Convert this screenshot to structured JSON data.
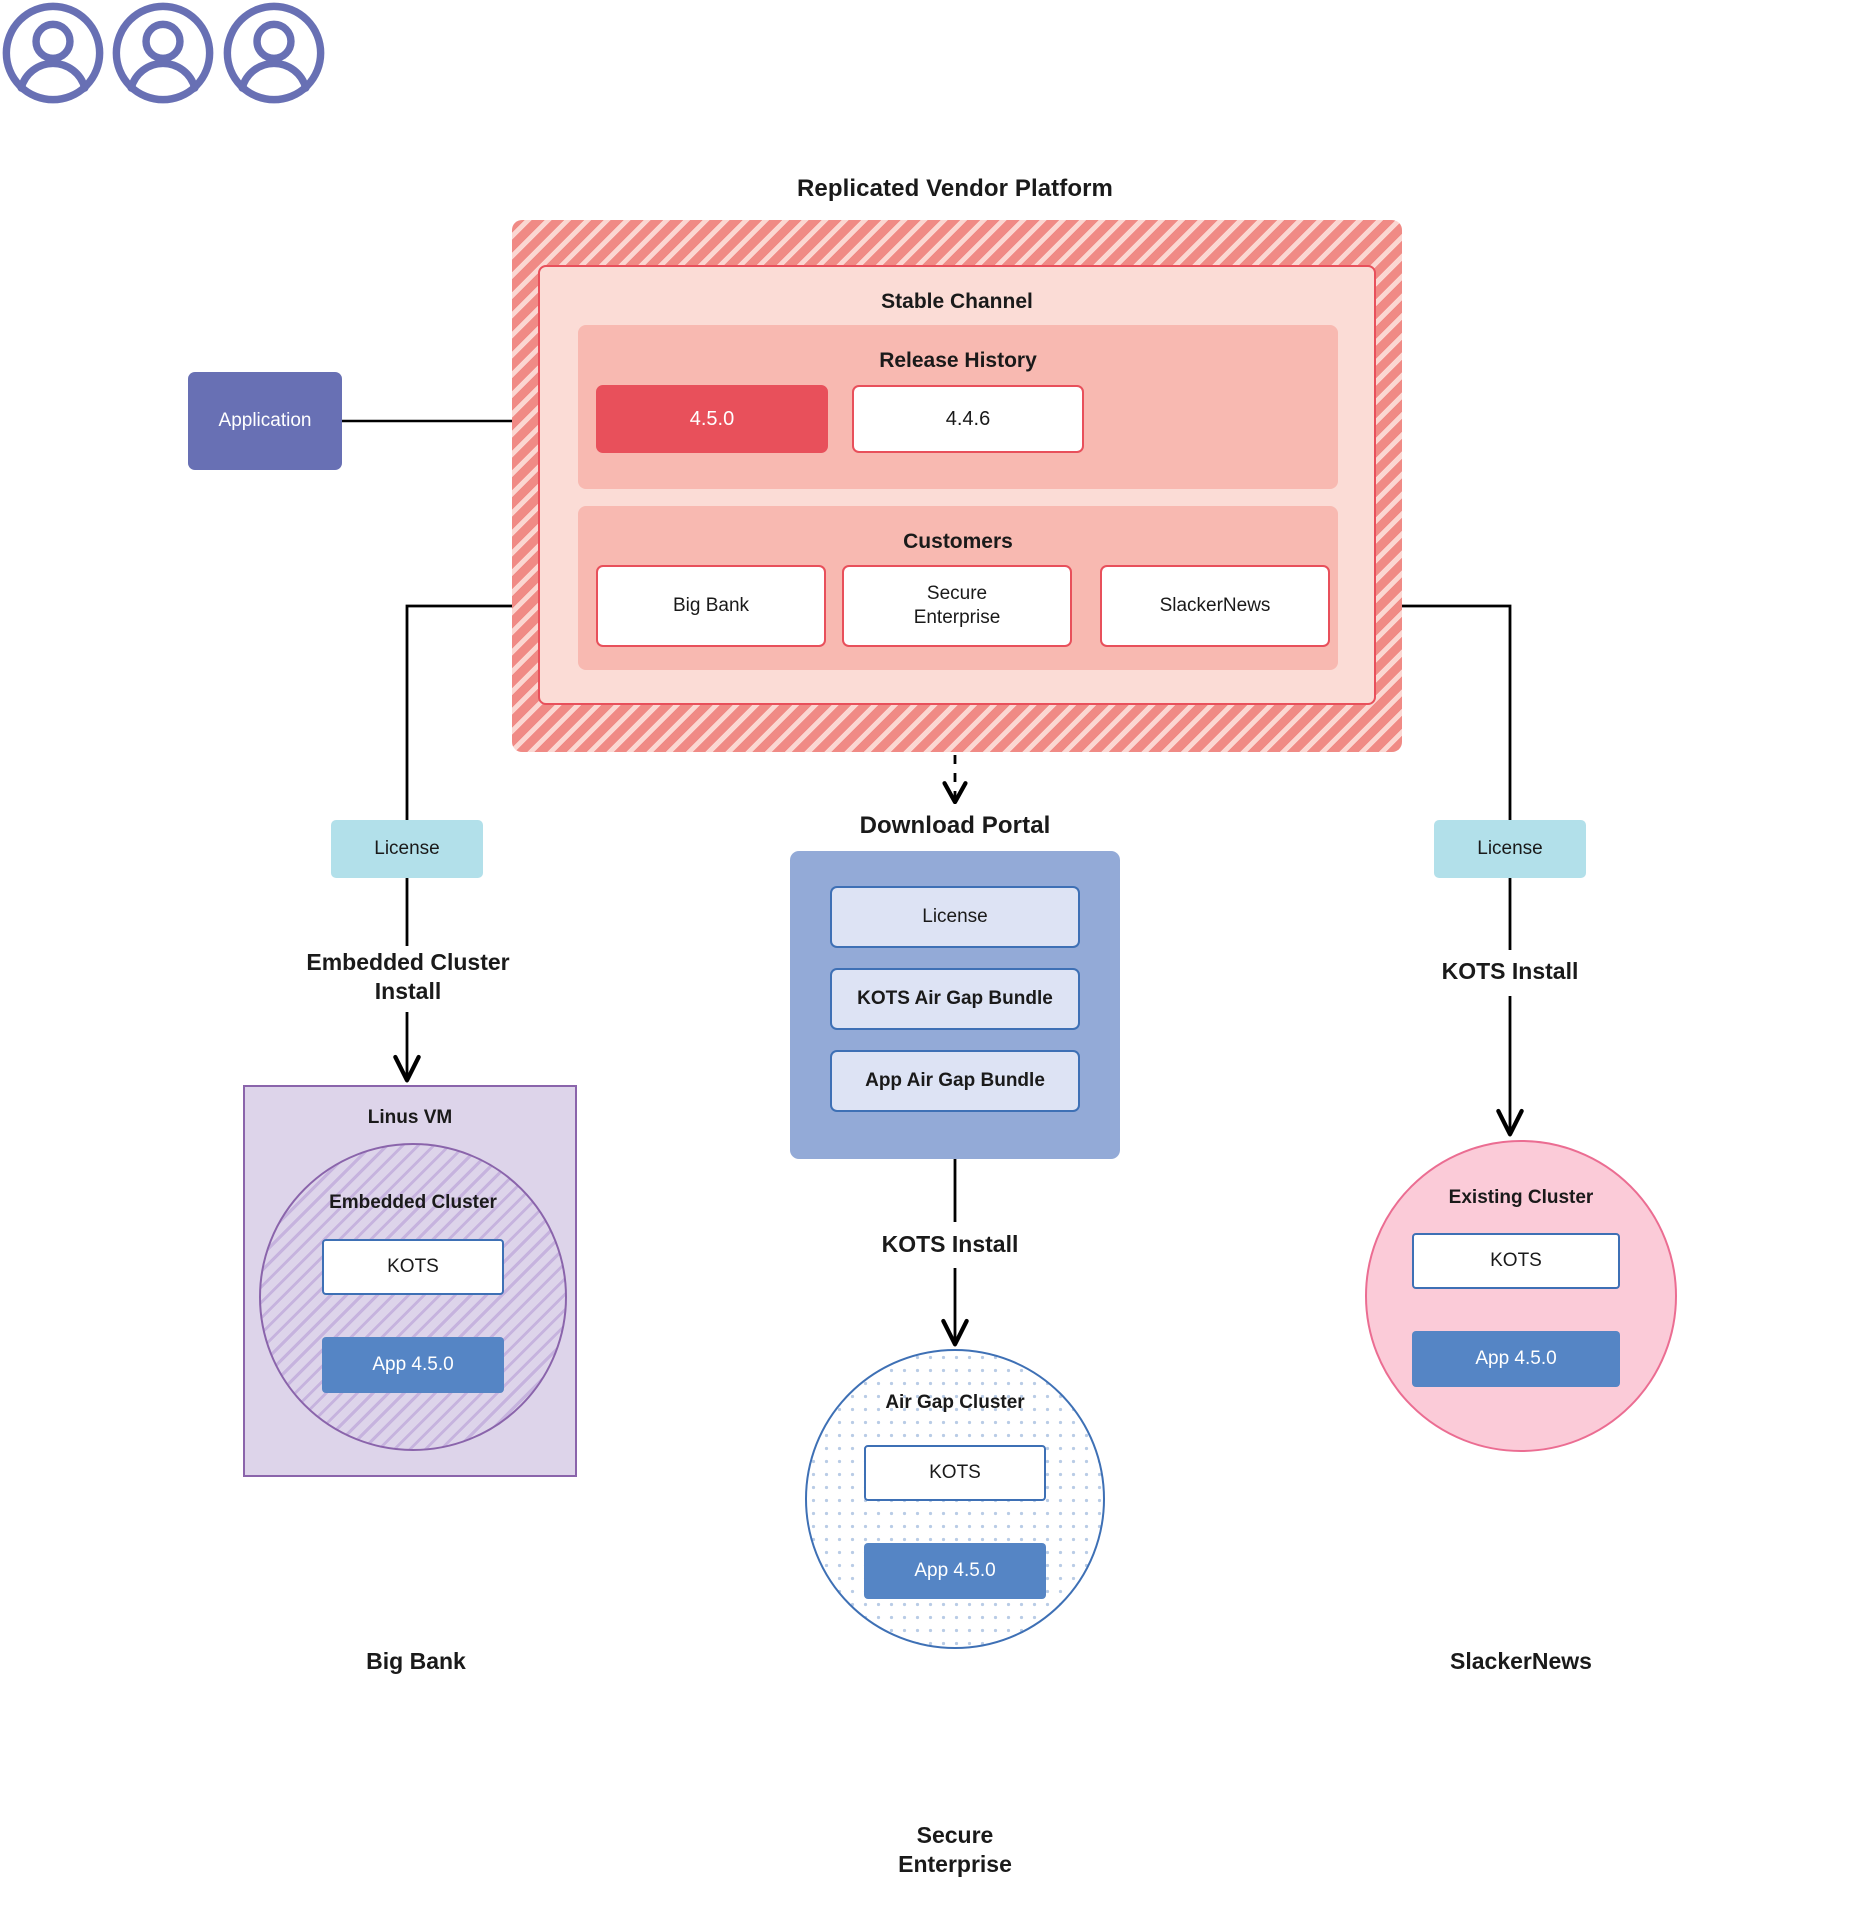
{
  "diagram": {
    "title": "Replicated Vendor Platform"
  },
  "platform": {
    "title": "Replicated Vendor Platform",
    "channel": {
      "title": "Stable Channel",
      "release_history": {
        "title": "Release History",
        "releases": [
          {
            "version": "4.5.0",
            "state": "current"
          },
          {
            "version": "4.4.6",
            "state": "previous"
          }
        ]
      },
      "customers": {
        "title": "Customers",
        "items": [
          {
            "name": "Big Bank"
          },
          {
            "name": "Secure\nEnterprise"
          },
          {
            "name": "SlackerNews"
          }
        ]
      }
    }
  },
  "application": {
    "label": "Application"
  },
  "branches": {
    "left": {
      "license_label": "License",
      "install_label": "Embedded Cluster\nInstall",
      "host": {
        "title": "Linus VM",
        "cluster_title": "Embedded Cluster",
        "kots_label": "KOTS",
        "app_label": "App 4.5.0"
      },
      "end_user": "Big Bank"
    },
    "middle": {
      "portal_title": "Download  Portal",
      "portal_items": [
        "License",
        "KOTS Air Gap Bundle",
        "App Air Gap Bundle"
      ],
      "install_label": "KOTS Install",
      "cluster_title": "Air Gap Cluster",
      "kots_label": "KOTS",
      "app_label": "App 4.5.0",
      "end_user": "Secure\nEnterprise"
    },
    "right": {
      "license_label": "License",
      "install_label": "KOTS Install",
      "cluster_title": "Existing Cluster",
      "kots_label": "KOTS",
      "app_label": "App 4.5.0",
      "end_user": "SlackerNews"
    }
  },
  "colors": {
    "platform_hatch": "#f08a85",
    "platform_hatch_light": "#fbd7d2",
    "channel_bg": "#fbdcd6",
    "channel_border": "#e8505b",
    "section_bg": "#f8b9b1",
    "release_current": "#e8505b",
    "application_bg": "#6870b4",
    "license_bg": "#b2e0ea",
    "portal_bg": "#93aad7",
    "portal_item_bg": "#dde3f4",
    "portal_item_border": "#3e70b5",
    "linus_vm_bg": "#ddd4ea",
    "linus_vm_border": "#8a64ab",
    "airgap_border": "#3e70b5",
    "existing_bg": "#fbcbd8",
    "existing_border": "#eb6d92",
    "app_chip_bg": "#5585c5",
    "avatar": "#6870b4",
    "connector": "#000000"
  }
}
